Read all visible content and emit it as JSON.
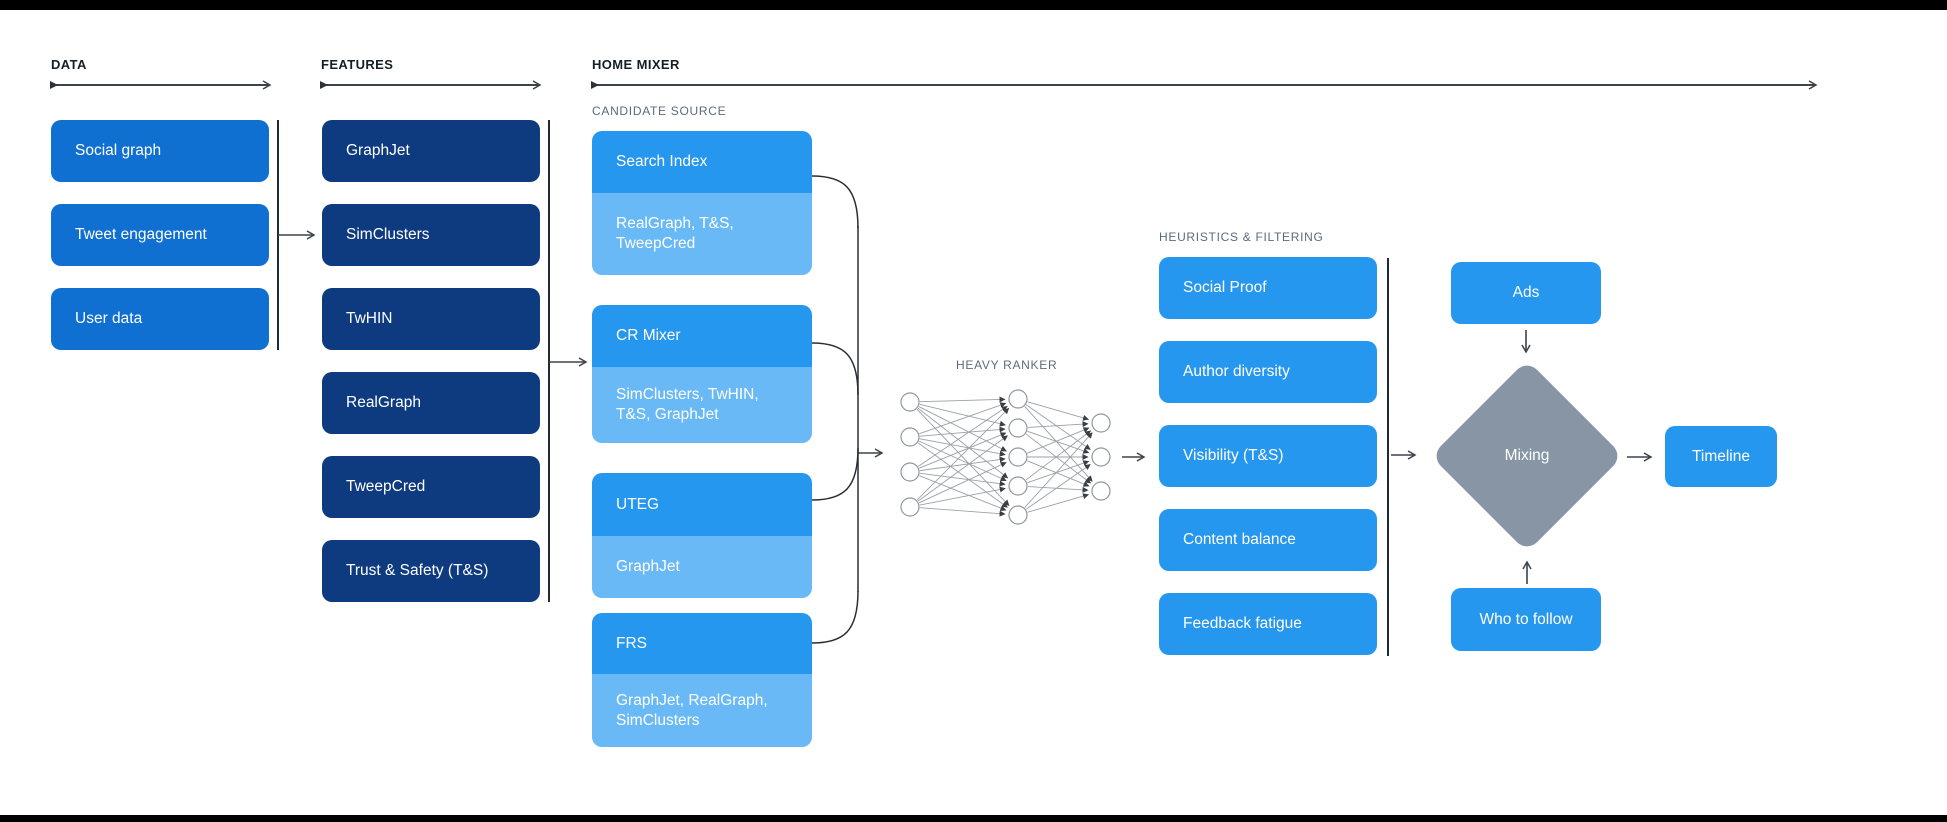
{
  "colors": {
    "medium_blue": "#1070d2",
    "navy": "#0e3a80",
    "bright_blue": "#2697ef",
    "light_blue": "#68b9f5",
    "diamond_gray": "#8795a5",
    "header_text": "#141f29",
    "subheader_text": "#5b6b7d",
    "line": "#3c434a"
  },
  "sections": {
    "data": {
      "label": "DATA",
      "boxes": [
        "Social graph",
        "Tweet engagement",
        "User data"
      ]
    },
    "features": {
      "label": "FEATURES",
      "boxes": [
        "GraphJet",
        "SimClusters",
        "TwHIN",
        "RealGraph",
        "TweepCred",
        "Trust & Safety (T&S)"
      ]
    },
    "home_mixer": {
      "label": "HOME MIXER",
      "candidate_source": {
        "label": "CANDIDATE SOURCE",
        "groups": [
          {
            "title": "Search Index",
            "subtitle": "RealGraph, T&S, TweepCred"
          },
          {
            "title": "CR Mixer",
            "subtitle": "SimClusters, TwHIN, T&S, GraphJet"
          },
          {
            "title": "UTEG",
            "subtitle": "GraphJet"
          },
          {
            "title": "FRS",
            "subtitle": "GraphJet, RealGraph, SimClusters"
          }
        ]
      },
      "heavy_ranker": {
        "label": "HEAVY RANKER"
      },
      "heuristics": {
        "label": "HEURISTICS & FILTERING",
        "boxes": [
          "Social Proof",
          "Author diversity",
          "Visibility (T&S)",
          "Content balance",
          "Feedback fatigue"
        ]
      },
      "mixing": {
        "ads": "Ads",
        "diamond": "Mixing",
        "who_to_follow": "Who to follow",
        "timeline": "Timeline"
      }
    }
  }
}
